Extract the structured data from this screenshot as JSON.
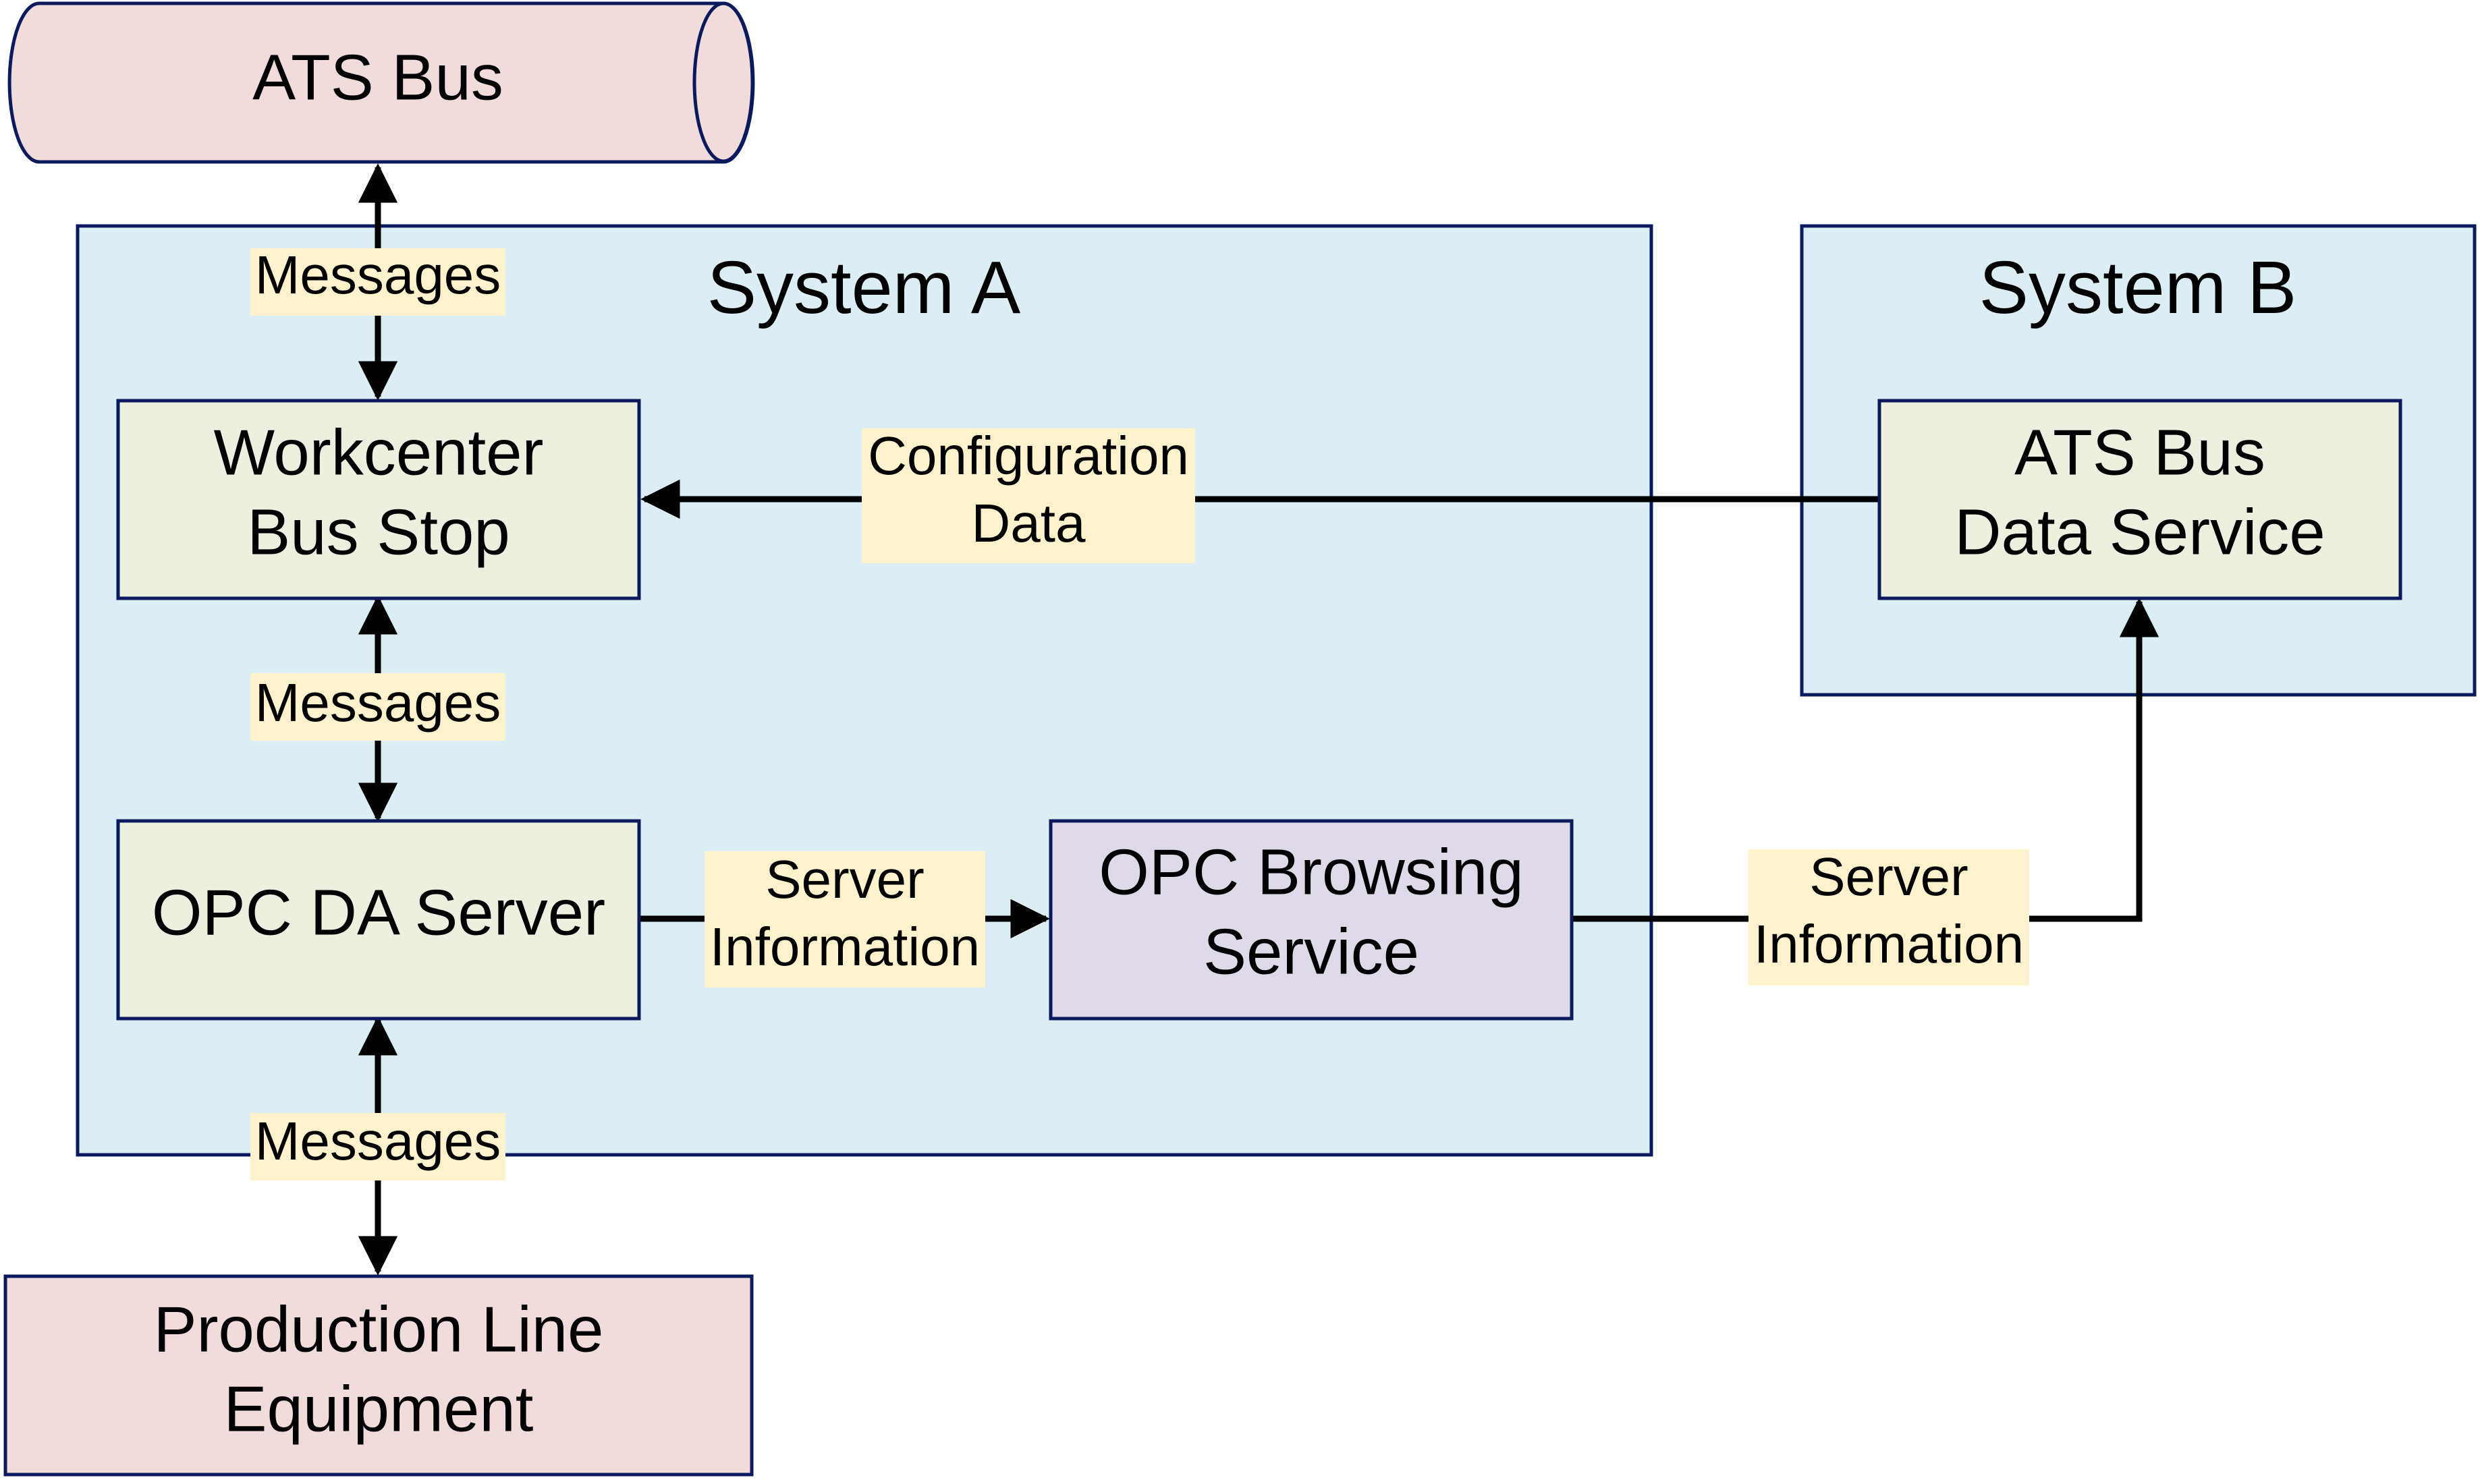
{
  "colors": {
    "system_fill": "#dbeef4",
    "component_fill": "#ebf1de",
    "external_fill": "#f2dcdb",
    "browsing_fill": "#dfd9e8",
    "label_fill": "#fff2cc",
    "border": "#0b1a5c",
    "arrow": "#000000"
  },
  "external": {
    "ats_bus": "ATS Bus",
    "production_line": [
      "Production Line",
      "Equipment"
    ]
  },
  "system_a": {
    "title": "System A",
    "workcenter_bus_stop": [
      "Workcenter",
      "Bus Stop"
    ],
    "opc_da_server": "OPC DA Server",
    "opc_browsing_service": [
      "OPC Browsing",
      "Service"
    ]
  },
  "system_b": {
    "title": "System B",
    "ats_bus_data_service": [
      "ATS Bus",
      "Data Service"
    ]
  },
  "edges": {
    "messages_top": "Messages",
    "messages_middle": "Messages",
    "messages_bottom": "Messages",
    "configuration_data": [
      "Configuration",
      "Data"
    ],
    "server_information_internal": [
      "Server",
      "Information"
    ],
    "server_information_external": [
      "Server",
      "Information"
    ]
  }
}
